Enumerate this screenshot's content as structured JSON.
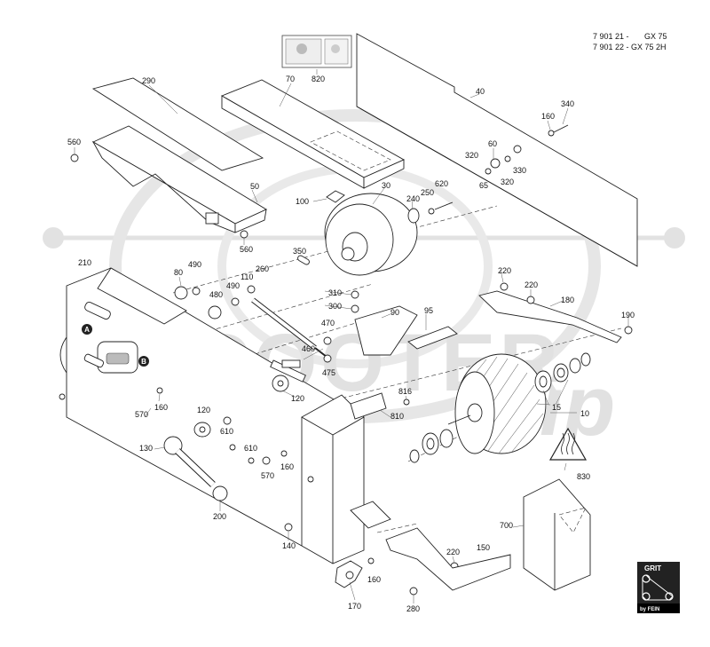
{
  "header": {
    "line1": "7 901 21 -       GX 75",
    "line2": "7 901 22 - GX 75 2H"
  },
  "watermark": {
    "text1": "SCOOTER",
    "text2": "zip"
  },
  "markers": {
    "a": "A",
    "b": "B"
  },
  "logo": {
    "top": "GRIT",
    "bottom": "by FEIN"
  },
  "parts": [
    "290",
    "70",
    "820",
    "40",
    "560",
    "50",
    "340",
    "160",
    "320",
    "60",
    "330",
    "65",
    "320",
    "620",
    "250",
    "30",
    "240",
    "100",
    "560",
    "350",
    "210",
    "80",
    "490",
    "260",
    "490",
    "480",
    "110",
    "220",
    "220",
    "310",
    "300",
    "180",
    "90",
    "95",
    "190",
    "470",
    "460",
    "475",
    "120",
    "816",
    "810",
    "15",
    "10",
    "570",
    "160",
    "120",
    "610",
    "610",
    "570",
    "160",
    "130",
    "830",
    "700",
    "200",
    "140",
    "220",
    "150",
    "160",
    "170",
    "280"
  ]
}
